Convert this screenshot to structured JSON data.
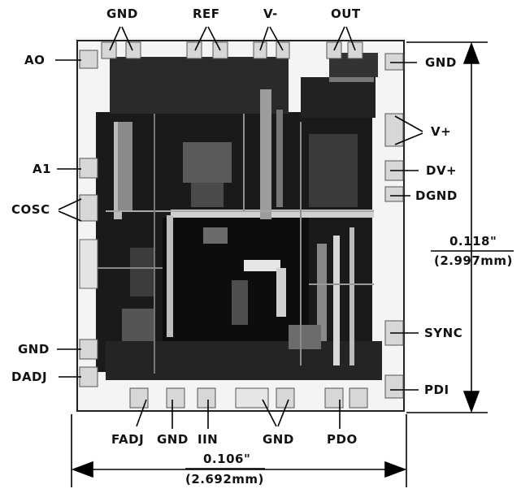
{
  "pin_labels": {
    "top_gnd": "GND",
    "top_ref": "REF",
    "top_vminus": "V-",
    "top_out": "OUT",
    "left_a0": "AO",
    "left_a1": "A1",
    "left_cosc": "COSC",
    "left_gnd": "GND",
    "left_dadj": "DADJ",
    "right_gnd": "GND",
    "right_vplus": "V+",
    "right_dvplus": "DV+",
    "right_dgnd": "DGND",
    "right_sync": "SYNC",
    "right_pdi": "PDI",
    "bottom_fadj": "FADJ",
    "bottom_gnd1": "GND",
    "bottom_iin": "IIN",
    "bottom_gnd2": "GND",
    "bottom_pdo": "PDO"
  },
  "dimensions": {
    "height_in": "0.118\"",
    "height_mm": "(2.997mm)",
    "width_in": "0.106\"",
    "width_mm": "(2.692mm)"
  },
  "colors": {
    "line": "#000000",
    "die_dark": "#141414",
    "die_light": "#f2f2f2",
    "pad": "#d8d8d8"
  }
}
